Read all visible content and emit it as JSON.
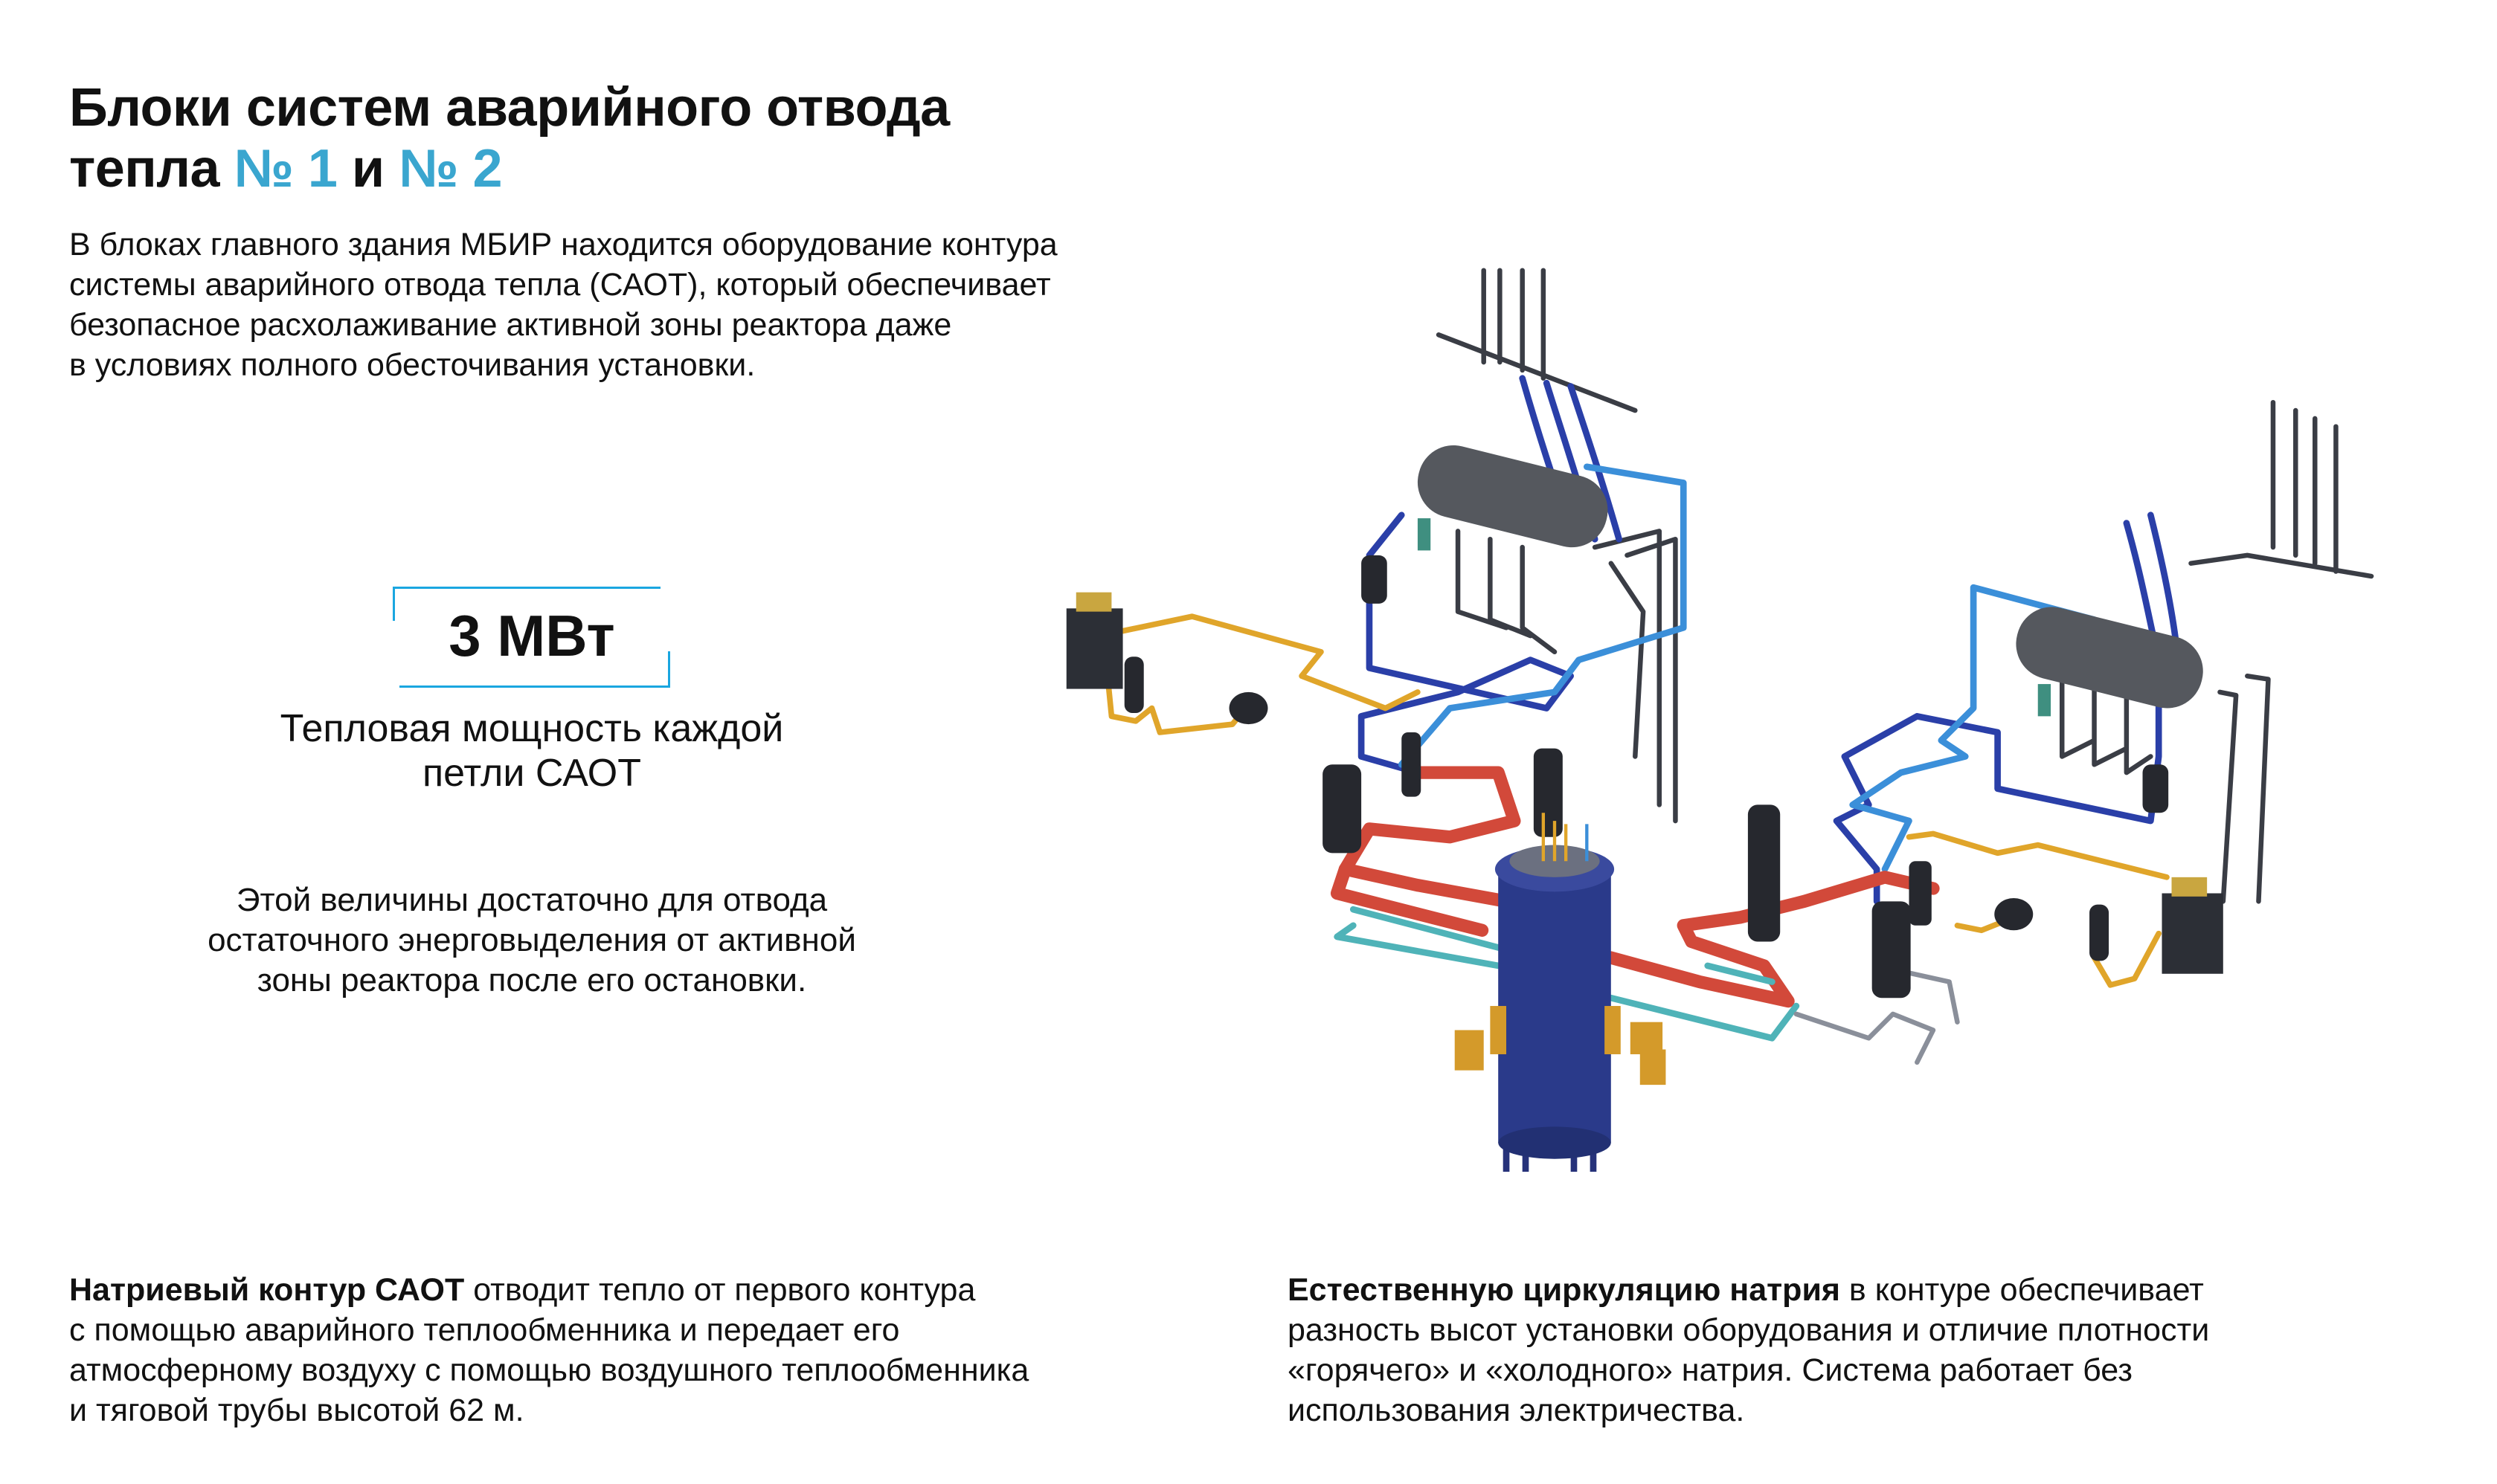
{
  "header": {
    "title_line1": "Блоки систем аварийного отвода",
    "title_line2_prefix": "тепла",
    "title_unit1": "№ 1",
    "title_conj": "и",
    "title_unit2": "№ 2"
  },
  "intro": {
    "lines": [
      "В блоках главного здания МБИР находится оборудование контура",
      "системы аварийного отвода тепла (САОТ), который обеспечивает",
      "безопасное расхолаживание активной зоны реактора даже",
      "в условиях полного обесточивания установки."
    ]
  },
  "stat": {
    "value": "3 МВт",
    "caption_lines": [
      "Тепловая мощность каждой",
      "петли САОТ"
    ],
    "note_lines": [
      "Этой величины достаточно для отвода",
      "остаточного энерговыделения от активной",
      "зоны реактора после его остановки."
    ]
  },
  "bottom_left": {
    "bold": "Натриевый контур САОТ",
    "line1_rest": " отводит тепло от первого контура",
    "lines": [
      "с помощью аварийного теплообменника и передает его",
      "атмосферному воздуху с помощью воздушного теплообменника",
      "и тяговой трубы высотой 62 м."
    ]
  },
  "bottom_right": {
    "bold": "Естественную циркуляцию натрия",
    "line1_rest": " в контуре обеспечивает",
    "lines": [
      "разность высот установки оборудования и отличие плотности",
      "«горячего» и «холодного» натрия. Система работает без",
      "использования электричества."
    ]
  },
  "colors": {
    "accent": "#3aa6cf",
    "frame": "#1aa6e0",
    "hot_pipe": "#d2493a",
    "sodium_pipe": "#2a3fa8",
    "light_blue_pipe": "#3b8fd9",
    "air_pipe": "#e0a52a",
    "cold_pipe": "#4fb3b8",
    "dark_pipe": "#3a3d45",
    "vessel": "#26327a"
  }
}
